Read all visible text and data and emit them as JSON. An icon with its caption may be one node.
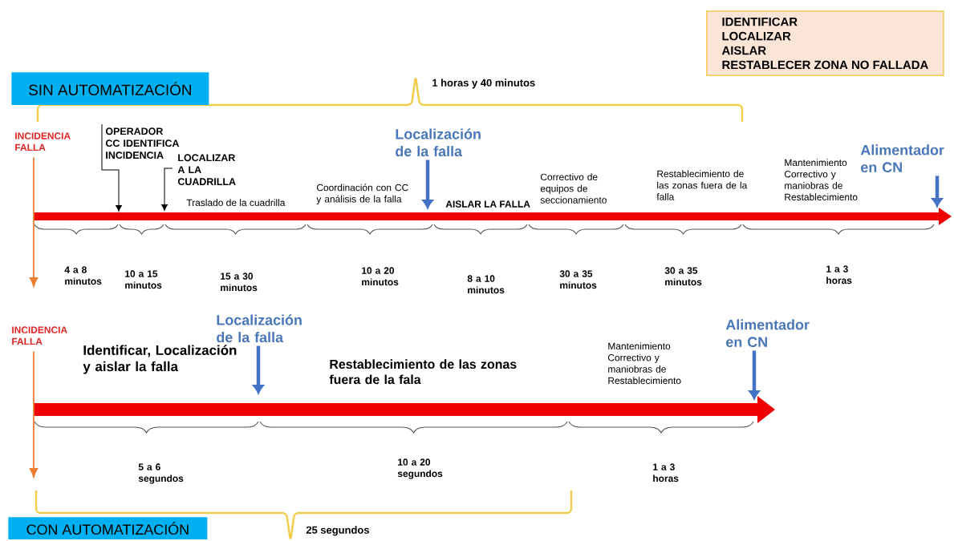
{
  "diagram": {
    "nodes": [
      {
        "text": [
          "SIN AUTOMATIZACIÓN"
        ]
      },
      {
        "text": [
          "IDENTIFICAR",
          "LOCALIZAR",
          "AISLAR",
          "RESTABLECER ZONA NO FALLADA"
        ]
      },
      {
        "text": [
          "INCIDENCIA FALLA"
        ]
      },
      {
        "text": [
          "OPERADOR CC IDENTIFICA INCIDENCIA"
        ]
      },
      {
        "text": [
          "LOCALIZAR A LA CUADRILLA"
        ]
      },
      {
        "text": [
          "Localización de la falla"
        ]
      },
      {
        "text": [
          "Alimentador en CN"
        ]
      },
      {
        "text": [
          "INCIDENCIA FALLA"
        ]
      },
      {
        "text": [
          "Localización de la falla"
        ]
      },
      {
        "text": [
          "Alimentador en CN"
        ]
      },
      {
        "text": [
          "CON AUTOMATIZACIÓN"
        ]
      }
    ],
    "edges": [
      {
        "from": 2,
        "to": null,
        "arrow": "to",
        "color": "#ed7d31"
      },
      {
        "from": 3,
        "to": null,
        "arrow": "to",
        "color": "#000000"
      },
      {
        "from": 4,
        "to": null,
        "arrow": "to",
        "color": "#000000"
      },
      {
        "from": 5,
        "to": null,
        "arrow": "to",
        "style": "thick",
        "color": "#4472c4"
      },
      {
        "from": 6,
        "to": null,
        "arrow": "to",
        "style": "thick",
        "color": "#4472c4"
      },
      {
        "from": 7,
        "to": null,
        "arrow": "to",
        "color": "#ed7d31"
      },
      {
        "from": 8,
        "to": null,
        "arrow": "to",
        "style": "thick",
        "color": "#4472c4"
      },
      {
        "from": 9,
        "to": null,
        "arrow": "to",
        "style": "thick",
        "color": "#4472c4"
      }
    ],
    "labels": [
      "1 horas y 40 minutos",
      "Traslado de la cuadrilla",
      "Coordinación con CC y análisis de la falla",
      "AISLAR LA FALLA",
      "Correctivo de equipos de seccionamiento",
      "Restablecimiento de las zonas fuera de la falla",
      "Mantenimiento Correctivo y maniobras de Restablecimiento",
      "4 a 8 minutos",
      "10 a 15 minutos",
      "15 a 30 minutos",
      "10 a 20 minutos",
      "8 a 10 minutos",
      "30 a 35 minutos",
      "30 a 35 minutos",
      "1 a 3 horas",
      "Identificar, Localización y aislar la falla",
      "Restablecimiento de las zonas fuera de la fala",
      "Mantenimiento Correctivo y maniobras de Restablecimiento",
      "5 a 6 segundos",
      "10 a 20 segundos",
      "1 a 3 horas",
      "25 segundos"
    ]
  }
}
